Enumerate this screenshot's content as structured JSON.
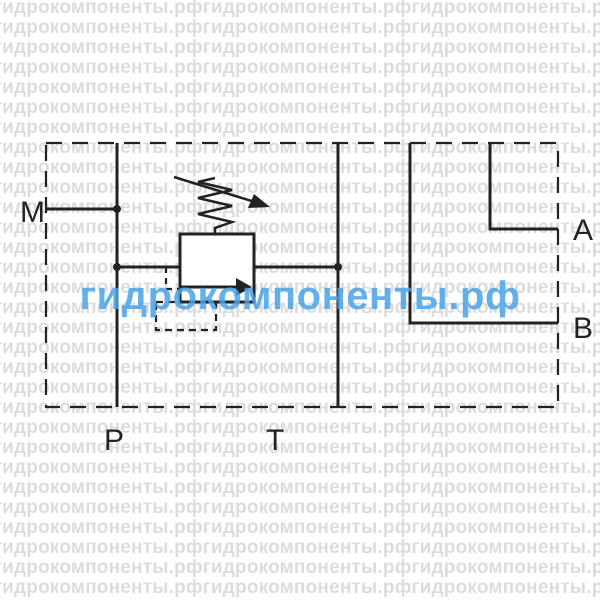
{
  "watermark": {
    "text": "гидрокомпоненты.рф",
    "color": "#4aa3e8",
    "background_color": "#dcdcdc"
  },
  "ports": {
    "M": "M",
    "A": "A",
    "B": "B",
    "P": "P",
    "T": "T"
  },
  "symbol": {
    "type": "relief valve hydraulic circuit symbol",
    "line_color": "#222222"
  }
}
